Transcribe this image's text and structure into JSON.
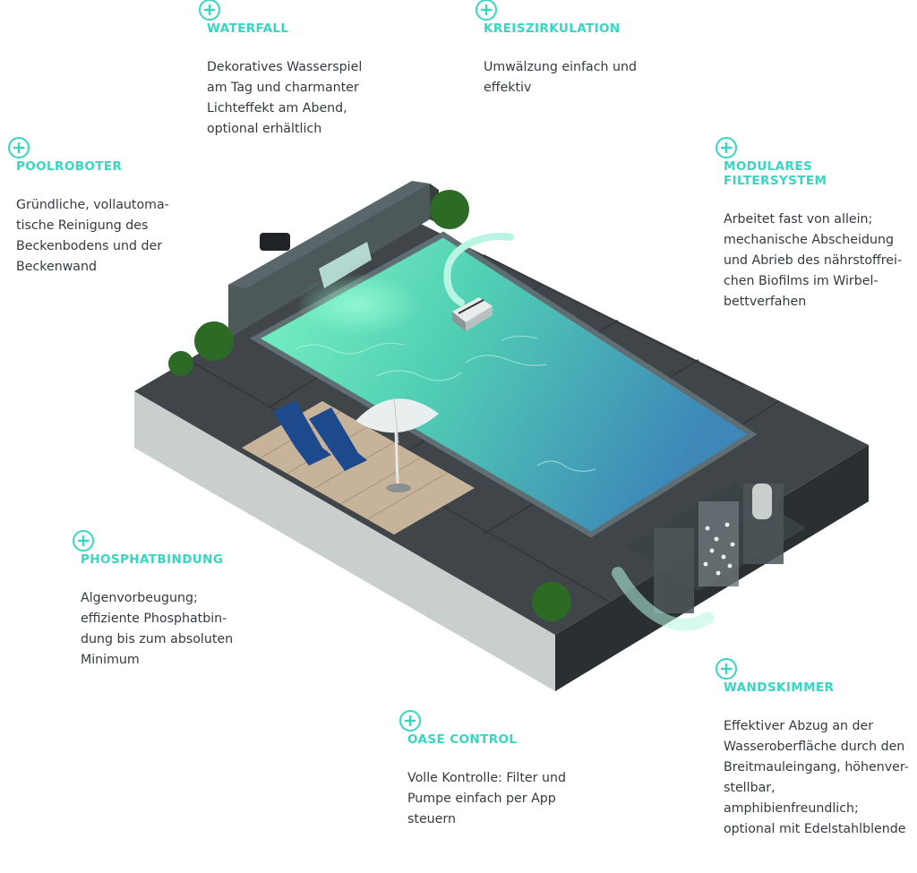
{
  "colors": {
    "accent": "#37d6c2",
    "text": "#333a3f",
    "slab_top": "#3f4548",
    "slab_side_dark": "#2a2f32",
    "slab_side_light": "#c9cfcc",
    "water_light": "#7df5c4",
    "water_dark": "#3d88b8",
    "shrub": "#2c6a26",
    "deck": "#c7b39a",
    "lounger": "#1c4a8c"
  },
  "features": [
    {
      "id": "waterfall",
      "icon": "plus-circle-icon",
      "title": "WATERFALL",
      "desc": "Dekoratives Wasserspiel\nam Tag und charmanter\nLichteffekt am Abend,\noptional erhältlich"
    },
    {
      "id": "kreiszirkulation",
      "icon": "plus-circle-icon",
      "title": "KREISZIRKULATION",
      "desc": "Umwälzung einfach und\neffektiv"
    },
    {
      "id": "poolroboter",
      "icon": "plus-circle-icon",
      "title": "POOLROBOTER",
      "desc": "Gründliche, vollautoma-\ntische Reinigung des\nBeckenbodens und der\nBeckenwand"
    },
    {
      "id": "filtersystem",
      "icon": "plus-circle-icon",
      "title": "MODULARES FILTERSYSTEM",
      "desc": "Arbeitet fast von allein;\nmechanische Abscheidung\nund Abrieb des nährstoffrei-\nchen Biofilms im Wirbel-\nbettverfahen"
    },
    {
      "id": "phosphatbindung",
      "icon": "plus-circle-icon",
      "title": "PHOSPHATBINDUNG",
      "desc": "Algenvorbeugung;\neffiziente Phosphatbin-\ndung bis zum absoluten\nMinimum"
    },
    {
      "id": "wandskimmer",
      "icon": "plus-circle-icon",
      "title": "WANDSKIMMER",
      "desc": "Effektiver Abzug an der\nWasseroberfläche durch den\nBreitmauleingang, höhenver-\nstellbar, amphibienfreundlich;\noptional mit Edelstahlblende"
    },
    {
      "id": "oase-control",
      "icon": "plus-circle-icon",
      "title": "OASE CONTROL",
      "desc": "Volle Kontrolle: Filter und\nPumpe einfach per App\nsteuern"
    }
  ]
}
